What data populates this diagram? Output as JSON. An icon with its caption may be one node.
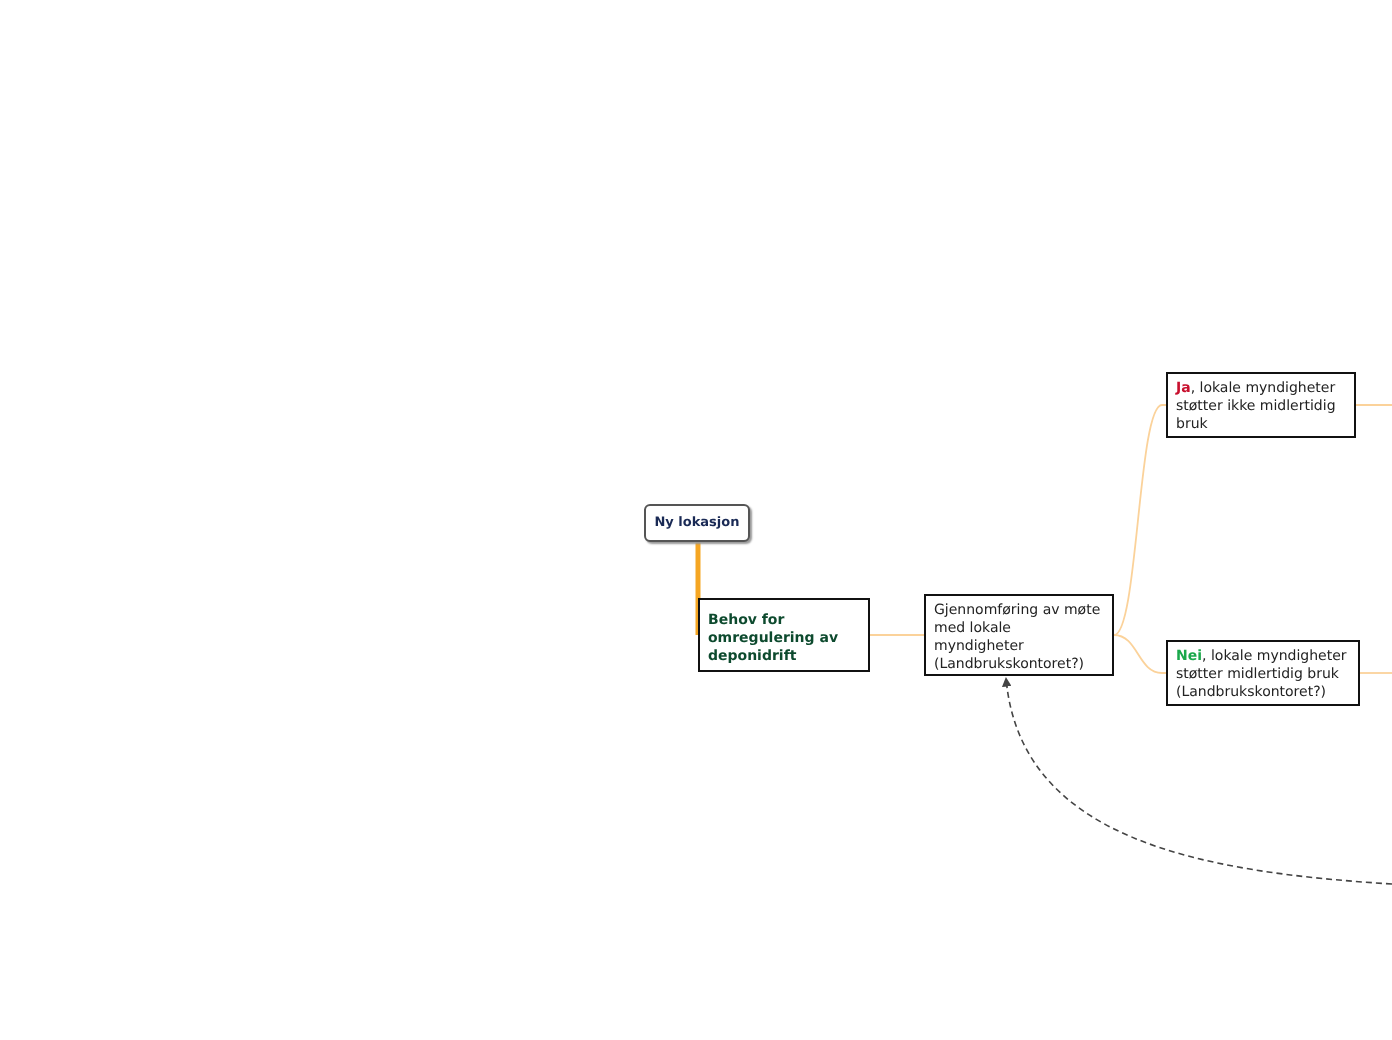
{
  "diagram": {
    "nodes": [
      {
        "text": [
          "Ny lokasjon"
        ]
      },
      {
        "text": [
          "Behov for omregulering av deponidrift"
        ]
      },
      {
        "text": [
          "Gjennomføring av møte med lokale myndigheter (Landbrukskontoret?)"
        ]
      },
      {
        "text": [
          "**Ja**, lokale myndigheter støtter ikke midlertidig bruk"
        ]
      },
      {
        "text": [
          "**Nei**, lokale myndigheter støtter midlertidig bruk (Landbrukskontoret?)"
        ]
      }
    ],
    "edges": [
      {
        "from": 0,
        "to": 1,
        "arrow": "none",
        "style": "thick",
        "color": "#f5a623"
      },
      {
        "from": 1,
        "to": 2,
        "arrow": "none"
      },
      {
        "from": 2,
        "to": 3,
        "arrow": "none"
      },
      {
        "from": 2,
        "to": 4,
        "arrow": "none"
      },
      {
        "from": 3,
        "to": null,
        "arrow": "none"
      },
      {
        "from": 4,
        "to": null,
        "arrow": "none"
      },
      {
        "from": null,
        "to": 2,
        "arrow": "to",
        "style": "dashed",
        "color": "#444444"
      }
    ]
  }
}
